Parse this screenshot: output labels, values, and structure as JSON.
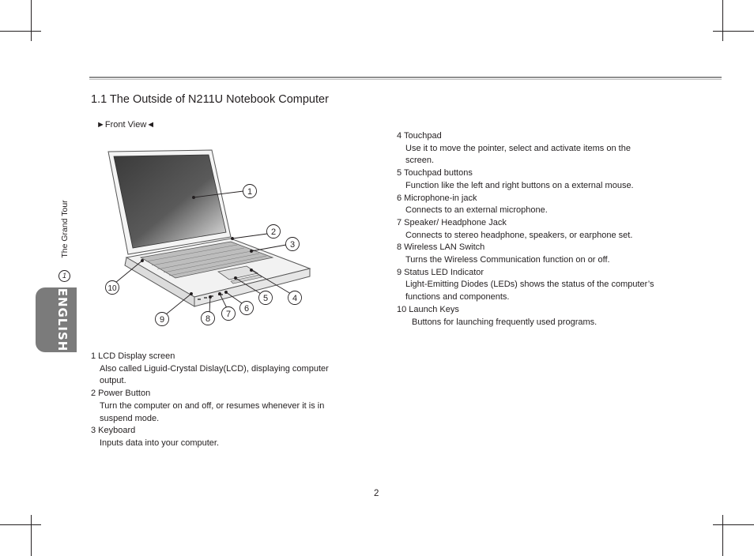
{
  "page": {
    "title": "1.1 The Outside of N211U Notebook Computer",
    "view_label": "►Front View◄",
    "page_number": "2",
    "side_tab": "ENGLISH",
    "side_label": "The Grand Tour",
    "side_label_number": "1"
  },
  "callouts": [
    "1",
    "2",
    "3",
    "4",
    "5",
    "6",
    "7",
    "8",
    "9",
    "10"
  ],
  "left_items": [
    {
      "head": "1  LCD Display screen",
      "desc": "Also called Liguid-Crystal Dislay(LCD), displaying computer output."
    },
    {
      "head": "2  Power Button",
      "desc": "Turn the computer on and off, or resumes whenever it is in suspend mode."
    },
    {
      "head": "3  Keyboard",
      "desc": "Inputs data into your computer."
    }
  ],
  "right_items": [
    {
      "head": "4  Touchpad",
      "desc": "Use it to move the pointer, select and activate items on the screen."
    },
    {
      "head": "5  Touchpad buttons",
      "desc": "Function like the left and right buttons on a external mouse."
    },
    {
      "head": "6  Microphone-in jack",
      "desc": "Connects to an external microphone."
    },
    {
      "head": "7  Speaker/ Headphone Jack",
      "desc": "Connects to stereo headphone, speakers, or earphone set."
    },
    {
      "head": "8  Wireless LAN Switch",
      "desc": "Turns the Wireless Communication function on or off."
    },
    {
      "head": "9  Status LED Indicator",
      "desc": "Light-Emitting Diodes (LEDs) shows the status of the computer’s functions and components."
    },
    {
      "head": "10  Launch Keys",
      "desc": "Buttons for launching frequently used programs."
    }
  ]
}
